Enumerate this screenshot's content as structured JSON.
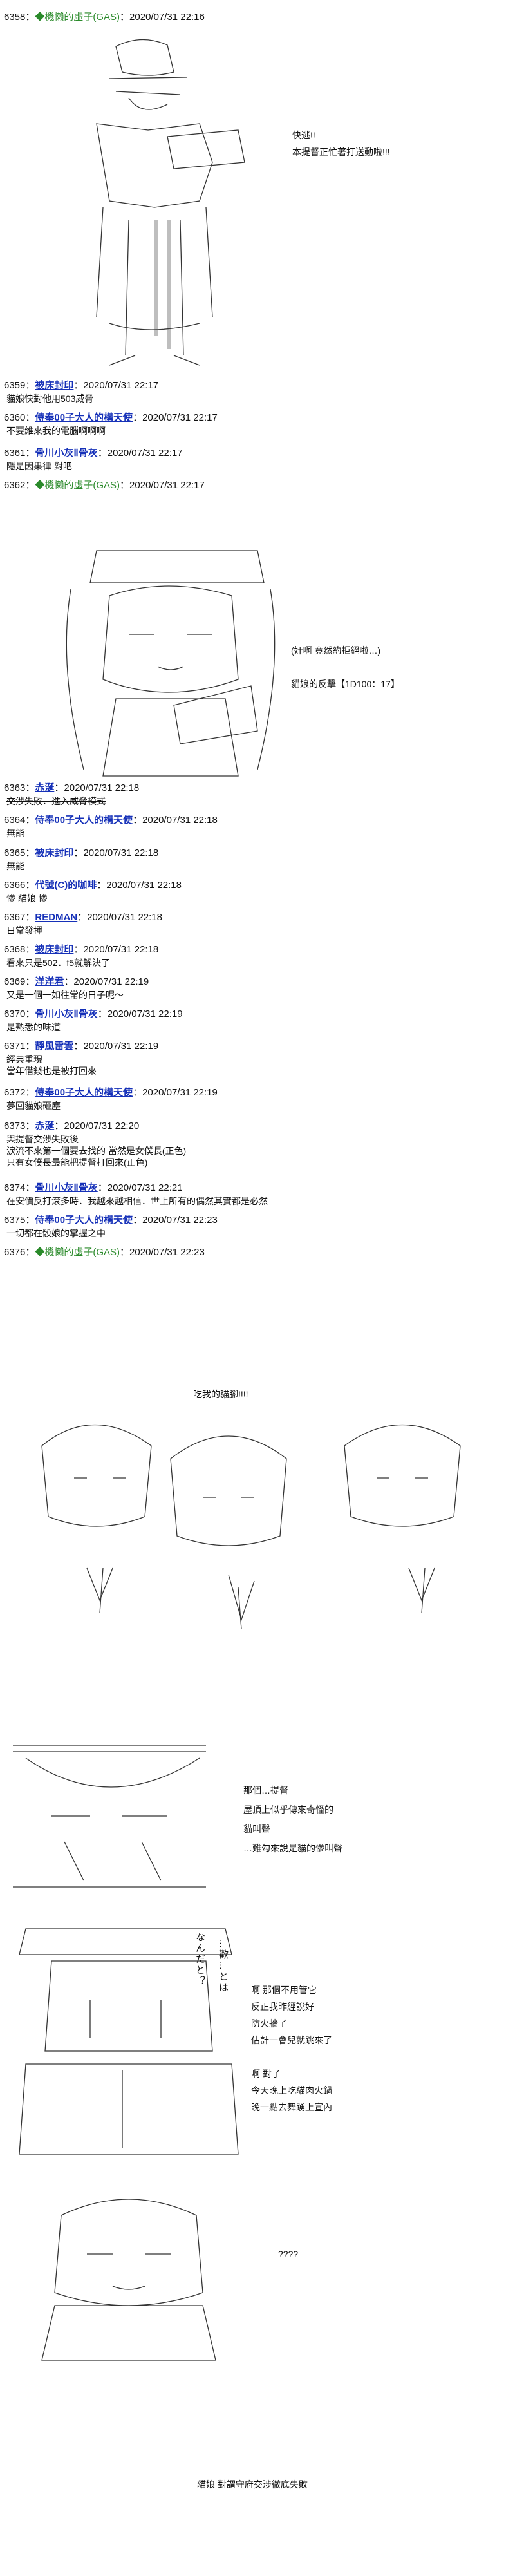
{
  "posts": [
    {
      "num": "6358：",
      "name": "◆機懶的虛子(GAS)",
      "time": "：2020/07/31 22:16",
      "lines": []
    },
    {
      "num": "6359：",
      "name": "被床封印",
      "time": "：2020/07/31 22:17",
      "lines": [
        "貓娘快對他用503威脅"
      ]
    },
    {
      "num": "6360：",
      "name": "侍奉00子大人的構天使",
      "time": "：2020/07/31 22:17",
      "lines": [
        "不要維來我的電腦啊啊啊"
      ]
    },
    {
      "num": "6361：",
      "name": "骨川小灰Ⅱ骨灰",
      "time": "：2020/07/31 22:17",
      "lines": [
        "隱是因果律 對吧"
      ]
    },
    {
      "num": "6362：",
      "name": "◆機懶的虛子(GAS)",
      "time": "：2020/07/31 22:17",
      "lines": []
    },
    {
      "num": "6363：",
      "name": "赤涎",
      "time": "：2020/07/31 22:18",
      "lines": [
        "交涉失敗．進入威脅模式"
      ]
    },
    {
      "num": "6364：",
      "name": "侍奉00子大人的構天使",
      "time": "：2020/07/31 22:18",
      "lines": [
        "無能"
      ]
    },
    {
      "num": "6365：",
      "name": "被床封印",
      "time": "：2020/07/31 22:18",
      "lines": [
        "無能"
      ]
    },
    {
      "num": "6366：",
      "name": "代號(C)的咖啡",
      "time": "：2020/07/31 22:18",
      "lines": [
        "慘 貓娘 慘"
      ]
    },
    {
      "num": "6367：",
      "name": "REDMAN",
      "time": "：2020/07/31 22:18",
      "lines": [
        "日常發揮"
      ]
    },
    {
      "num": "6368：",
      "name": "被床封印",
      "time": "：2020/07/31 22:18",
      "lines": [
        "看來只是502．f5就解決了"
      ]
    },
    {
      "num": "6369：",
      "name": "洋洋君",
      "time": "：2020/07/31 22:19",
      "lines": [
        "又是一個一如往常的日子呢～"
      ]
    },
    {
      "num": "6370：",
      "name": "骨川小灰Ⅱ骨灰",
      "time": "：2020/07/31 22:19",
      "lines": [
        "是熟悉的味道"
      ]
    },
    {
      "num": "6371：",
      "name": "靜風雷雲",
      "time": "：2020/07/31 22:19",
      "lines": [
        "經典重現",
        "當年借錢也是被打回來"
      ]
    },
    {
      "num": "6372：",
      "name": "侍奉00子大人的構天使",
      "time": "：2020/07/31 22:19",
      "lines": [
        "夢回貓娘砸塵"
      ]
    },
    {
      "num": "6373：",
      "name": "赤涎",
      "time": "：2020/07/31 22:20",
      "lines": [
        "與提督交涉失敗後",
        "淚流不來第一個要去找的 當然是女僕長(正色)",
        "只有女僕長最能把提督打回來(正色)"
      ]
    },
    {
      "num": "6374：",
      "name": "骨川小灰Ⅱ骨灰",
      "time": "：2020/07/31 22:21",
      "lines": [
        "在安價反打滾多時．我越來越相信．世上所有的偶然其實都是必然"
      ]
    },
    {
      "num": "6375：",
      "name": "侍奉00子大人的構天使",
      "time": "：2020/07/31 22:23",
      "lines": [
        "一切都在骰娘的掌握之中"
      ]
    },
    {
      "num": "6376：",
      "name": "◆機懶的虛子(GAS)",
      "time": "：2020/07/31 22:23",
      "lines": []
    }
  ],
  "scene1": {
    "lines": [
      "快逃!!",
      "本提督正忙著打送動啦!!!"
    ]
  },
  "scene2": {
    "line": "(奸啊 竟然約拒絕啦…)",
    "dice": "貓娘的反擊【1D100：17】"
  },
  "scene3": {
    "caption": "吃我的貓腳!!!!"
  },
  "scene4": {
    "lines": [
      "那個…提督",
      "屋頂上似乎傳來奇怪的",
      "貓叫聲",
      "…難勾來說是貓的慘叫聲"
    ]
  },
  "scene5": {
    "vertical": [
      "なんだと？",
      "…歡…とは"
    ],
    "lines": [
      "啊 那個不用管它",
      "反正我昨經說好",
      "防火牆了",
      "估計一會兒就跳來了",
      "",
      "啊 對了",
      "今天晚上吃貓肉火鍋",
      "晚一點去舞踴上宣內"
    ]
  },
  "scene6": {
    "mark": "????"
  },
  "footer": {
    "text": "貓娘 對謂守府交涉徹底失敗"
  }
}
